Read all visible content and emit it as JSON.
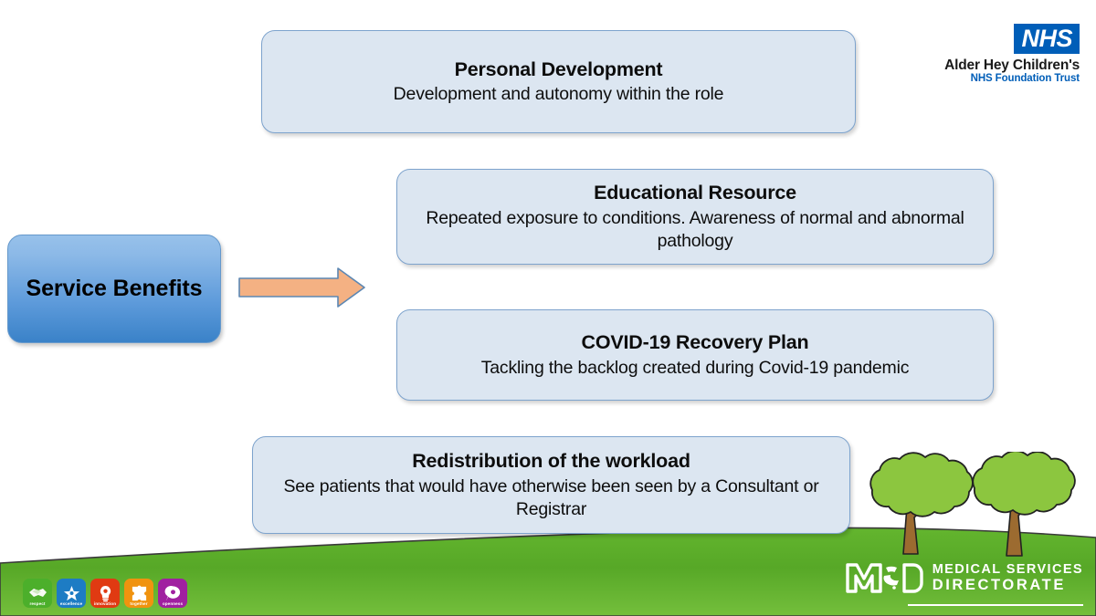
{
  "slide": {
    "title": "Service Benefits",
    "background_color": "#ffffff",
    "hill_color": "#5FB12C",
    "source_box": {
      "label": "Service Benefits",
      "gradient_top": "#8CB9E7",
      "gradient_bottom": "#3A82C8"
    },
    "arrow": {
      "name": "right-arrow",
      "fill": "#F4B183",
      "stroke": "#5C87B3"
    },
    "benefits": [
      {
        "id": "personal-development",
        "title": "Personal Development",
        "description": "Development and autonomy within the role"
      },
      {
        "id": "educational-resource",
        "title": "Educational Resource",
        "description": "Repeated exposure to conditions. Awareness of normal and abnormal pathology"
      },
      {
        "id": "covid-recovery",
        "title": "COVID-19 Recovery Plan",
        "description": "Tackling the backlog created during Covid-19 pandemic"
      },
      {
        "id": "redistribution",
        "title": "Redistribution of the workload",
        "description": "See patients that would have otherwise been seen by a Consultant or Registrar"
      }
    ],
    "box_fill": "#DCE6F1",
    "box_border": "#7DA3CD"
  },
  "nhs_logo": {
    "badge": "NHS",
    "trust_name": "Alder Hey Children's",
    "trust_sub": "NHS Foundation Trust",
    "badge_color": "#005EB8"
  },
  "values": [
    {
      "label": "respect",
      "icon": "handshake-icon",
      "color": "#4CAF2B"
    },
    {
      "label": "excellence",
      "icon": "star-icon",
      "color": "#1D7CC4"
    },
    {
      "label": "innovation",
      "icon": "lightbulb-icon",
      "color": "#E03A12"
    },
    {
      "label": "together",
      "icon": "puzzle-piece-icon",
      "color": "#F0930F"
    },
    {
      "label": "openness",
      "icon": "speech-bubble-icon",
      "color": "#A020A0"
    }
  ],
  "msd_logo": {
    "mark": "MSD",
    "line1": "MEDICAL SERVICES",
    "line2": "DIRECTORATE"
  },
  "decor": {
    "trees": "two-trees-illustration",
    "tree_canopy_color": "#8CC63F",
    "tree_trunk_color": "#8B5A2B"
  }
}
